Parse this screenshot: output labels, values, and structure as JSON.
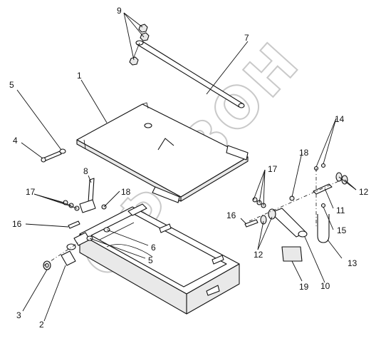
{
  "watermark": "СФИЗОН",
  "callouts": [
    "1",
    "2",
    "3",
    "4",
    "5",
    "5",
    "6",
    "7",
    "8",
    "9",
    "10",
    "11",
    "12",
    "12",
    "13",
    "14",
    "15",
    "16",
    "16",
    "17",
    "17",
    "18",
    "18",
    "19"
  ]
}
